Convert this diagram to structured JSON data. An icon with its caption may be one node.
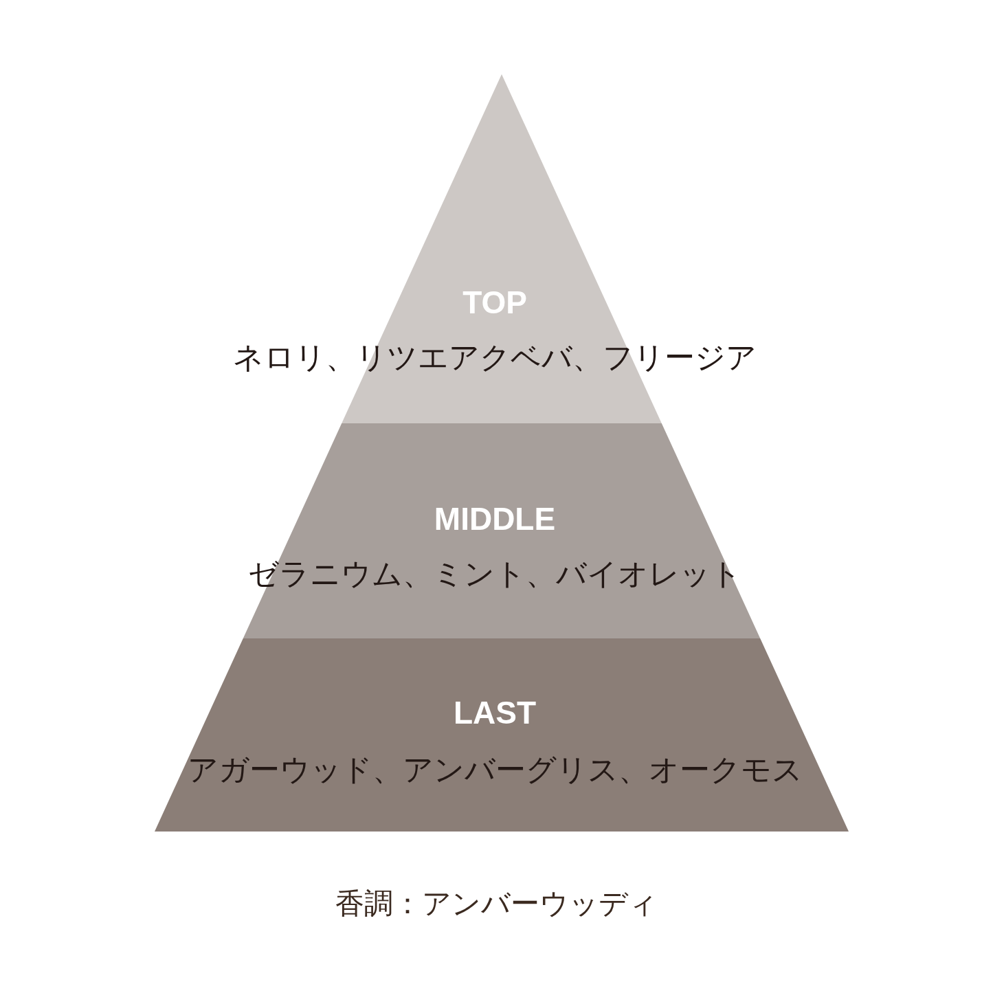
{
  "diagram": {
    "nodes": [
      {
        "text": [
          "TOP",
          "ネロリ、リツエアクベバ、フリージア"
        ]
      },
      {
        "text": [
          "MIDDLE",
          "ゼラニウム、ミント、バイオレット"
        ]
      },
      {
        "text": [
          "LAST",
          "アガーウッド、アンバーグリス、オークモス"
        ]
      }
    ],
    "edges": [],
    "caption": "香調：アンバーウッディ"
  }
}
